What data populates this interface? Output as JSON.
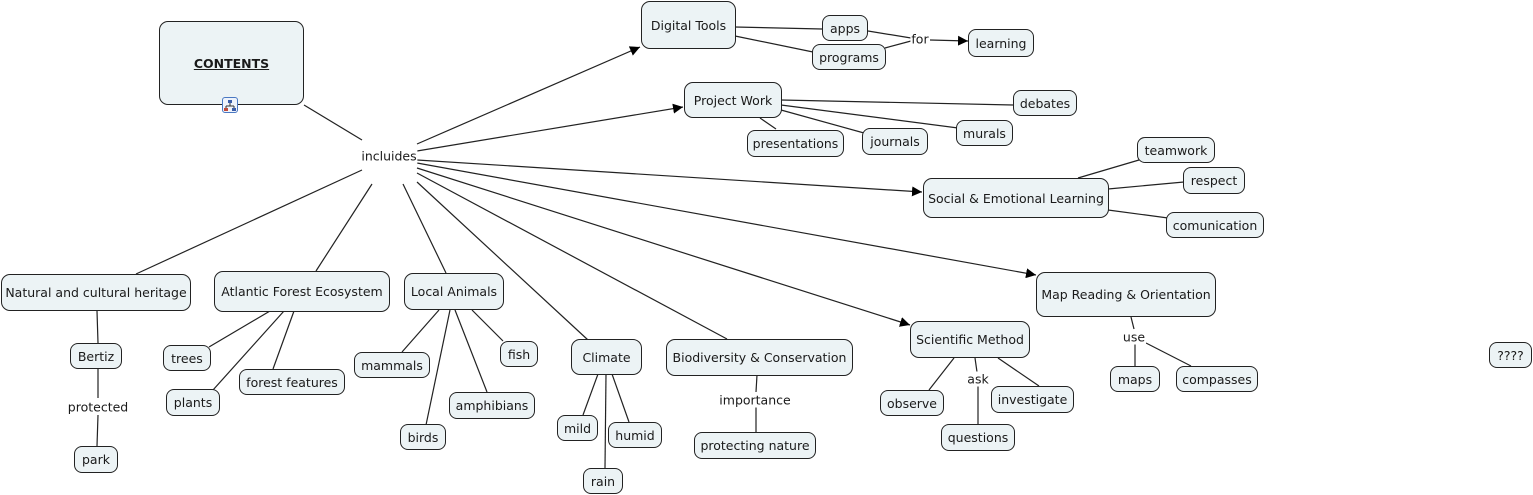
{
  "map": {
    "root": "CONTENTS",
    "root_icon": "submap-icon",
    "root_link": "incluides",
    "topics": [
      {
        "id": "digital",
        "label": "Digital Tools"
      },
      {
        "id": "project",
        "label": "Project Work"
      },
      {
        "id": "sel",
        "label": "Social & Emotional Learning"
      },
      {
        "id": "mapreading",
        "label": "Map Reading & Orientation"
      },
      {
        "id": "scientific",
        "label": "Scientific Method"
      },
      {
        "id": "biodiversity",
        "label": "Biodiversity & Conservation"
      },
      {
        "id": "climate",
        "label": "Climate"
      },
      {
        "id": "animals",
        "label": "Local Animals"
      },
      {
        "id": "forest",
        "label": "Atlantic Forest Ecosystem"
      },
      {
        "id": "heritage",
        "label": "Natural and cultural heritage"
      }
    ],
    "concepts": {
      "apps": "apps",
      "programs": "programs",
      "learning": "learning",
      "debates": "debates",
      "murals": "murals",
      "journals": "journals",
      "presentations": "presentations",
      "teamwork": "teamwork",
      "respect": "respect",
      "comunication": "comunication",
      "maps": "maps",
      "compasses": "compasses",
      "observe": "observe",
      "investigate": "investigate",
      "questions": "questions",
      "protecting_nature": "protecting nature",
      "mild": "mild",
      "humid": "humid",
      "rain": "rain",
      "mammals": "mammals",
      "fish": "fish",
      "amphibians": "amphibians",
      "birds": "birds",
      "trees": "trees",
      "plants": "plants",
      "forest_features": "forest features",
      "bertiz": "Bertiz",
      "park": "park",
      "unknown": "????"
    },
    "linking_phrases": {
      "for": "for",
      "use": "use",
      "ask": "ask",
      "importance": "importance",
      "protected": "protected"
    }
  }
}
